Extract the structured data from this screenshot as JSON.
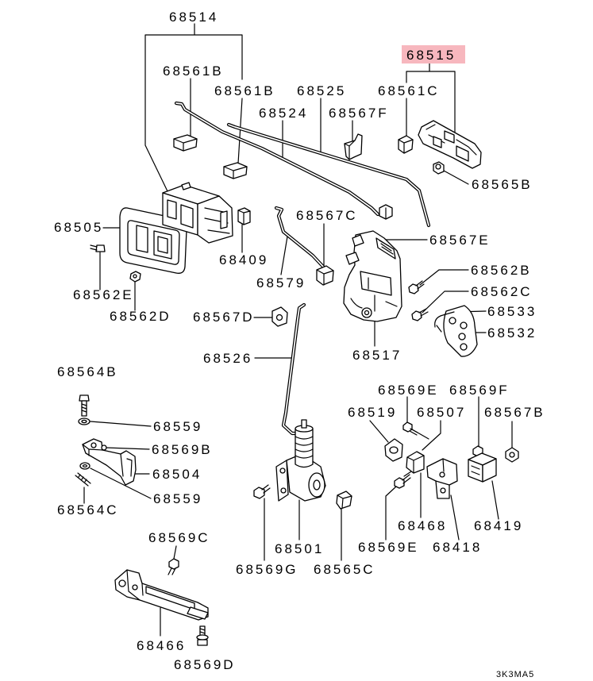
{
  "diagram": {
    "callouts": [
      {
        "label": "68514"
      },
      {
        "label": "68561B"
      },
      {
        "label": "68561B"
      },
      {
        "label": "68525"
      },
      {
        "label": "68524"
      },
      {
        "label": "68567F"
      },
      {
        "label": "68515",
        "highlighted": true
      },
      {
        "label": "68561C"
      },
      {
        "label": "68565B"
      },
      {
        "label": "68505"
      },
      {
        "label": "68409"
      },
      {
        "label": "68567C"
      },
      {
        "label": "68567E"
      },
      {
        "label": "68579"
      },
      {
        "label": "68562E"
      },
      {
        "label": "68562D"
      },
      {
        "label": "68562B"
      },
      {
        "label": "68562C"
      },
      {
        "label": "68533"
      },
      {
        "label": "68532"
      },
      {
        "label": "68567D"
      },
      {
        "label": "68517"
      },
      {
        "label": "68526"
      },
      {
        "label": "68564B"
      },
      {
        "label": "68569E"
      },
      {
        "label": "68569F"
      },
      {
        "label": "68519"
      },
      {
        "label": "68507"
      },
      {
        "label": "68567B"
      },
      {
        "label": "68559"
      },
      {
        "label": "68569B"
      },
      {
        "label": "68504"
      },
      {
        "label": "68559"
      },
      {
        "label": "68564C"
      },
      {
        "label": "68468"
      },
      {
        "label": "68419"
      },
      {
        "label": "68418"
      },
      {
        "label": "68501"
      },
      {
        "label": "68569E"
      },
      {
        "label": "68569C"
      },
      {
        "label": "68569G"
      },
      {
        "label": "68565C"
      },
      {
        "label": "68466"
      },
      {
        "label": "68569D"
      }
    ],
    "drawing_code": "3K3MA5",
    "colors": {
      "highlight": "#f7b7be",
      "line": "#000000",
      "background": "#ffffff"
    }
  }
}
